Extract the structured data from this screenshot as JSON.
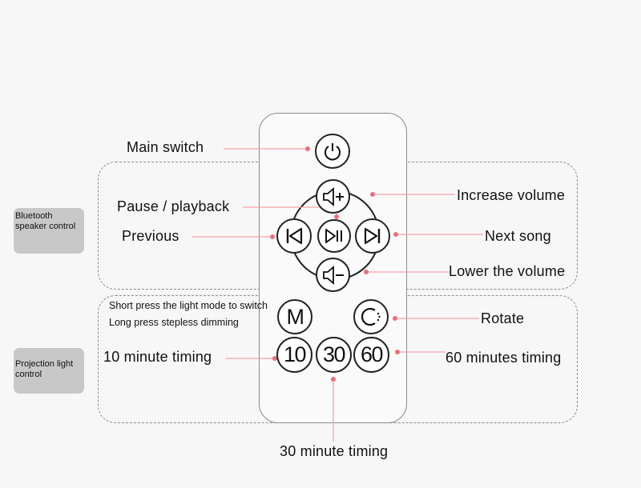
{
  "side_tags": {
    "bluetooth": "Bluetooth speaker control",
    "projection": "Projection light control"
  },
  "labels": {
    "main_switch": "Main switch",
    "pause_playback": "Pause / playback",
    "previous": "Previous",
    "increase_volume": "Increase volume",
    "next_song": "Next song",
    "lower_volume": "Lower the volume",
    "short_press": "Short press the light mode to switch",
    "long_press": "Long press stepless dimming",
    "rotate": "Rotate",
    "ten_minute": "10 minute timing",
    "sixty_minutes": "60 minutes timing",
    "thirty_minute": "30 minute timing"
  },
  "buttons": {
    "mode": "M",
    "timer_10": "10",
    "timer_30": "30",
    "timer_60": "60"
  },
  "icons": [
    "power-icon",
    "volume-up-icon",
    "play-pause-icon",
    "previous-icon",
    "next-icon",
    "volume-down-icon",
    "rotate-icon"
  ],
  "colors": {
    "accent": "#e8707e",
    "leader_line": "#f2a2ab",
    "box_border": "#8d8d8d",
    "tag_bg": "#c8c8c8"
  }
}
